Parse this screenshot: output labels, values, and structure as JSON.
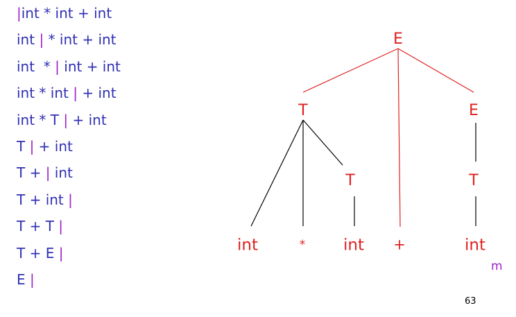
{
  "derivation": {
    "steps": [
      {
        "before": "",
        "after": "int * int + int"
      },
      {
        "before": "int ",
        "after": " * int + int"
      },
      {
        "before": "int  * ",
        "after": " int + int"
      },
      {
        "before": "int * int ",
        "after": " + int"
      },
      {
        "before": "int * T ",
        "after": " + int"
      },
      {
        "before": "T ",
        "after": " + int"
      },
      {
        "before": "T + ",
        "after": " int"
      },
      {
        "before": "T + int ",
        "after": ""
      },
      {
        "before": "T + T ",
        "after": ""
      },
      {
        "before": "T + E ",
        "after": ""
      },
      {
        "before": "E ",
        "after": ""
      }
    ],
    "cursor_symbol": "|"
  },
  "parse_tree": {
    "nodes": [
      {
        "id": "E_root",
        "label": "E",
        "color": "#e02020"
      },
      {
        "id": "T1",
        "label": "T",
        "color": "#e02020"
      },
      {
        "id": "E2",
        "label": "E",
        "color": "#e02020"
      },
      {
        "id": "T2",
        "label": "T",
        "color": "#e02020"
      },
      {
        "id": "T3",
        "label": "T",
        "color": "#e02020"
      },
      {
        "id": "int1",
        "label": "int",
        "color": "#e02020"
      },
      {
        "id": "star",
        "label": "*",
        "color": "#e02020"
      },
      {
        "id": "int2",
        "label": "int",
        "color": "#e02020"
      },
      {
        "id": "plus",
        "label": "+",
        "color": "#e02020"
      },
      {
        "id": "int3",
        "label": "int",
        "color": "#e02020"
      }
    ],
    "edges": [
      {
        "from": "E_root",
        "to": "T1",
        "color": "#e02020"
      },
      {
        "from": "E_root",
        "to": "plus",
        "color": "#e02020"
      },
      {
        "from": "E_root",
        "to": "E2",
        "color": "#e02020"
      },
      {
        "from": "T1",
        "to": "int1",
        "color": "#000000"
      },
      {
        "from": "T1",
        "to": "star",
        "color": "#000000"
      },
      {
        "from": "T1",
        "to": "T2",
        "color": "#000000"
      },
      {
        "from": "T2",
        "to": "int2",
        "color": "#000000"
      },
      {
        "from": "E2",
        "to": "T3",
        "color": "#000000"
      },
      {
        "from": "T3",
        "to": "int3",
        "color": "#000000"
      }
    ]
  },
  "extra_text": "m",
  "page_number": "63",
  "colors": {
    "derivation_text": "#2f2fb4",
    "cursor": "#a020c8",
    "tree_red": "#e02020"
  }
}
